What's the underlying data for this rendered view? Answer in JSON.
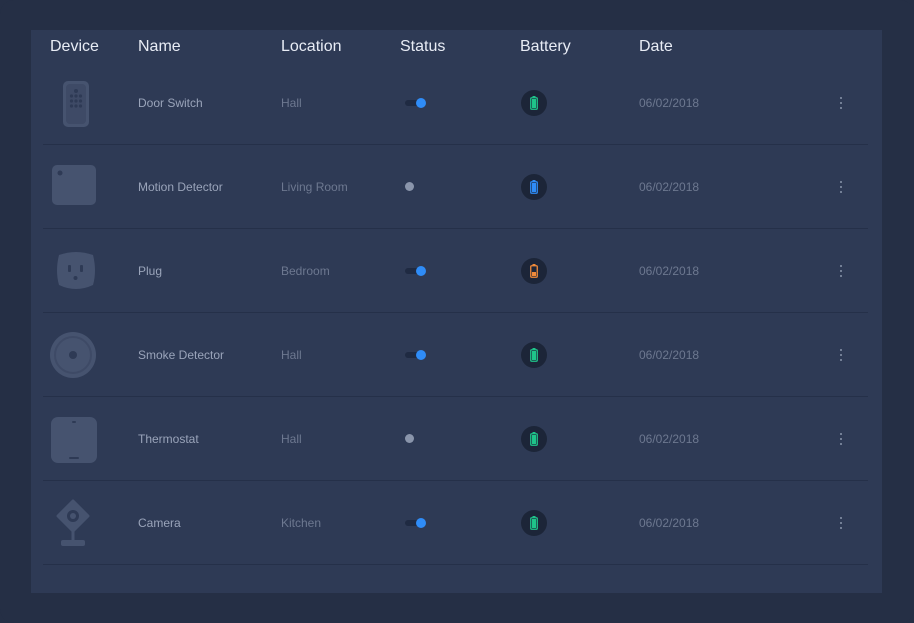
{
  "columns": {
    "device": "Device",
    "name": "Name",
    "location": "Location",
    "status": "Status",
    "battery": "Battery",
    "date": "Date"
  },
  "rows": [
    {
      "icon": "remote-icon",
      "name": "Door Switch",
      "location": "Hall",
      "status": "on",
      "battery_color": "#1fc48a",
      "battery_level": "full",
      "date": "06/02/2018"
    },
    {
      "icon": "motion-sensor-icon",
      "name": "Motion Detector",
      "location": "Living Room",
      "status": "off",
      "battery_color": "#2f8cf7",
      "battery_level": "full",
      "date": "06/02/2018"
    },
    {
      "icon": "plug-icon",
      "name": "Plug",
      "location": "Bedroom",
      "status": "on",
      "battery_color": "#f08a3a",
      "battery_level": "low",
      "date": "06/02/2018"
    },
    {
      "icon": "smoke-detector-icon",
      "name": "Smoke Detector",
      "location": "Hall",
      "status": "on",
      "battery_color": "#1fc48a",
      "battery_level": "full",
      "date": "06/02/2018"
    },
    {
      "icon": "thermostat-icon",
      "name": "Thermostat",
      "location": "Hall",
      "status": "off",
      "battery_color": "#1fc48a",
      "battery_level": "full",
      "date": "06/02/2018"
    },
    {
      "icon": "camera-icon",
      "name": "Camera",
      "location": "Kitchen",
      "status": "on",
      "battery_color": "#1fc48a",
      "battery_level": "full",
      "date": "06/02/2018"
    }
  ]
}
